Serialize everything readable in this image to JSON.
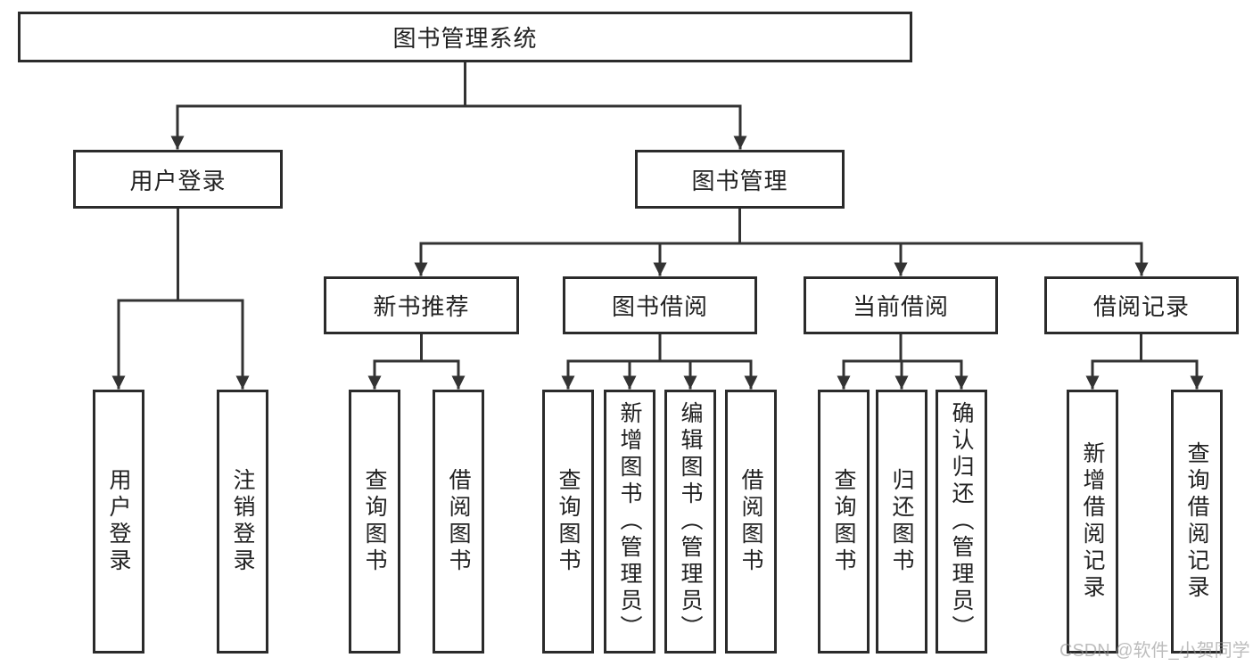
{
  "diagram": {
    "title": "图书管理系统",
    "nodes": {
      "root": "图书管理系统",
      "l2": [
        "用户登录",
        "图书管理"
      ],
      "l3": [
        "新书推荐",
        "图书借阅",
        "当前借阅",
        "借阅记录"
      ],
      "user_leaves": [
        "用户登录",
        "注销登录"
      ],
      "new_book_leaves": [
        "查询图书",
        "借阅图书"
      ],
      "borrow_leaves": [
        "查询图书",
        "新增图书（管理员）",
        "编辑图书（管理员）",
        "借阅图书"
      ],
      "current_leaves": [
        "查询图书",
        "归还图书",
        "确认归还（管理员）"
      ],
      "record_leaves": [
        "新增借阅记录",
        "查询借阅记录"
      ]
    },
    "colors": {
      "line": "#333333",
      "box_border": "#2b2b2b",
      "text": "#222222",
      "background": "#ffffff",
      "watermark": "#969696"
    }
  },
  "watermark": {
    "text": "CSDN @软件_小贺同学"
  }
}
